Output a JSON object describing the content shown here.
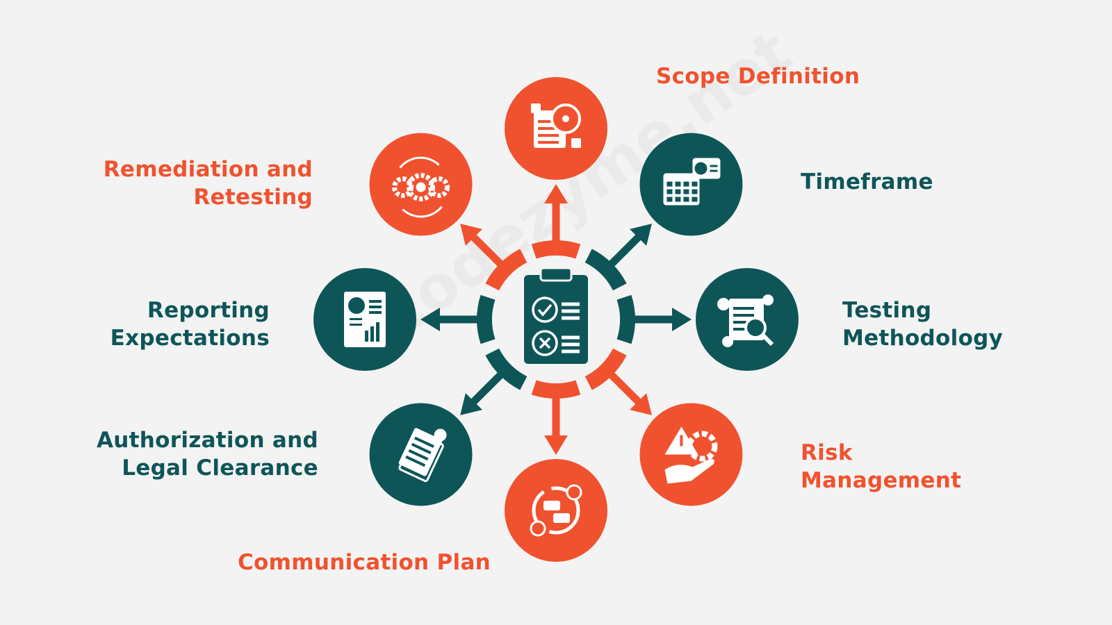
{
  "colors": {
    "orange": "#f0522f",
    "teal": "#0e5558",
    "background": "#f3f3f3",
    "icon": "#ffffff"
  },
  "center": {
    "icon": "clipboard-checklist-icon"
  },
  "watermark": "codezyme.net",
  "nodes": [
    {
      "id": "scope-definition",
      "lines": [
        "Scope Definition"
      ],
      "color": "orange",
      "icon": "scope-document-icon"
    },
    {
      "id": "timeframe",
      "lines": [
        "Timeframe"
      ],
      "color": "teal",
      "icon": "calendar-clock-icon"
    },
    {
      "id": "testing-methodology",
      "lines": [
        "Testing",
        "Methodology"
      ],
      "color": "teal",
      "icon": "document-search-icon"
    },
    {
      "id": "risk-management",
      "lines": [
        "Risk",
        "Management"
      ],
      "color": "orange",
      "icon": "warning-gear-hand-icon"
    },
    {
      "id": "communication-plan",
      "lines": [
        "Communication Plan"
      ],
      "color": "orange",
      "icon": "communication-cycle-icon"
    },
    {
      "id": "authorization-legal-clearance",
      "lines": [
        "Authorization and",
        "Legal Clearance"
      ],
      "color": "teal",
      "icon": "signed-documents-icon"
    },
    {
      "id": "reporting-expectations",
      "lines": [
        "Reporting",
        "Expectations"
      ],
      "color": "teal",
      "icon": "report-chart-icon"
    },
    {
      "id": "remediation-retesting",
      "lines": [
        "Remediation and",
        "Retesting"
      ],
      "color": "orange",
      "icon": "gears-cycle-icon"
    }
  ]
}
